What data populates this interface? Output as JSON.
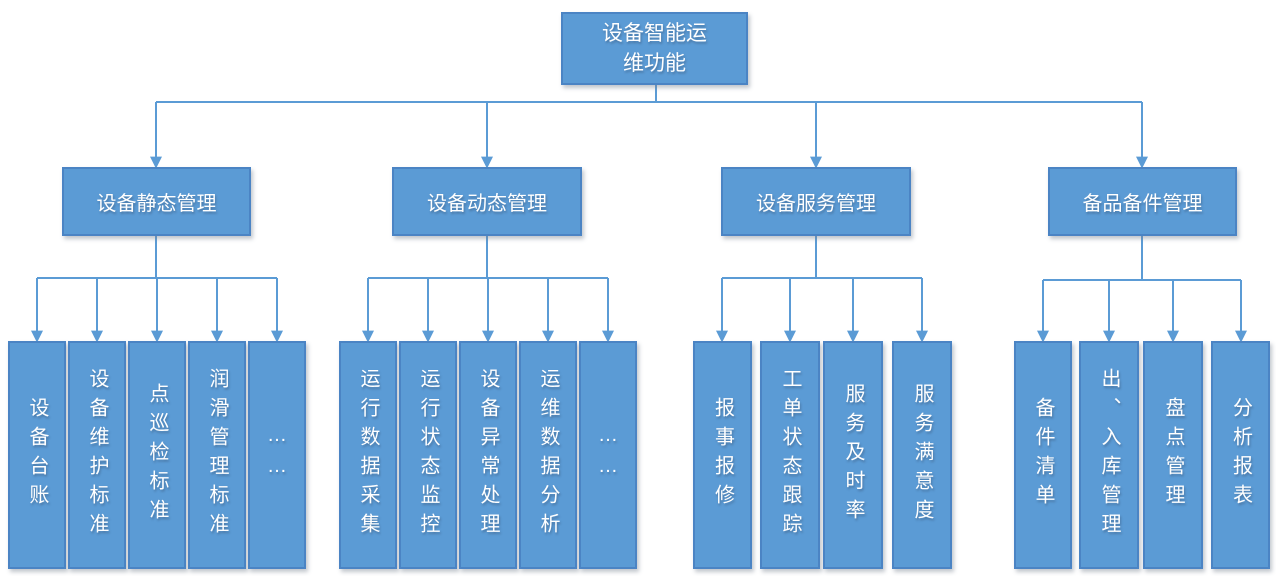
{
  "diagram": {
    "root": {
      "lines": [
        "设备智能运",
        "维功能"
      ]
    },
    "branches": [
      {
        "label": "设备静态管理",
        "children": [
          "设备台账",
          "设备维护标准",
          "点巡检标准",
          "润滑管理标准",
          "……"
        ]
      },
      {
        "label": "设备动态管理",
        "children": [
          "运行数据采集",
          "运行状态监控",
          "设备异常处理",
          "运维数据分析",
          "……"
        ]
      },
      {
        "label": "设备服务管理",
        "children": [
          "报事报修",
          "工单状态跟踪",
          "服务及时率",
          "服务满意度"
        ]
      },
      {
        "label": "备品备件管理",
        "children": [
          "备件清单",
          "出、入库管理",
          "盘点管理",
          "分析报表"
        ]
      }
    ],
    "colors": {
      "node_fill": "#5b9bd5",
      "node_border": "#4b84c4",
      "connector": "#5b9bd5",
      "node_text": "#ffffff",
      "background": "#ffffff"
    }
  }
}
